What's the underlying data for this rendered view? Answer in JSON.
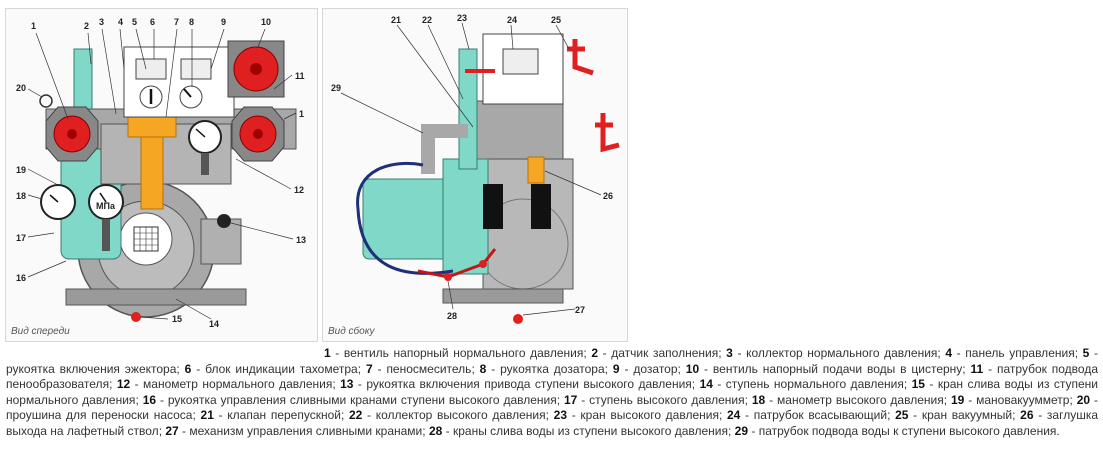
{
  "figures": {
    "front": {
      "caption": "Вид спереди",
      "callouts": [
        "1",
        "2",
        "3",
        "4",
        "5",
        "6",
        "7",
        "8",
        "9",
        "10",
        "11",
        "12",
        "13",
        "14",
        "15",
        "16",
        "17",
        "18",
        "19",
        "20",
        "1"
      ],
      "gauge_label": "МПа"
    },
    "side": {
      "caption": "Вид сбоку",
      "callouts": [
        "21",
        "22",
        "23",
        "24",
        "25",
        "26",
        "27",
        "28",
        "29"
      ]
    }
  },
  "legend": [
    {
      "num": "1",
      "text": "вентиль напорный нормального давления"
    },
    {
      "num": "2",
      "text": "датчик заполнения"
    },
    {
      "num": "3",
      "text": "коллектор нормального давления"
    },
    {
      "num": "4",
      "text": "панель управления"
    },
    {
      "num": "5",
      "text": "рукоятка включения эжектора"
    },
    {
      "num": "6",
      "text": "блок индикации тахометра"
    },
    {
      "num": "7",
      "text": "пеносмеситель"
    },
    {
      "num": "8",
      "text": "рукоятка дозатора"
    },
    {
      "num": "9",
      "text": "дозатор"
    },
    {
      "num": "10",
      "text": "вентиль напорный подачи воды в цистерну"
    },
    {
      "num": "11",
      "text": "патрубок подвода пенообразователя"
    },
    {
      "num": "12",
      "text": "манометр нормального давления"
    },
    {
      "num": "13",
      "text": "рукоятка включения привода ступени высокого давления"
    },
    {
      "num": "14",
      "text": "ступень нормального давления"
    },
    {
      "num": "15",
      "text": "кран слива воды из ступени нормального давления"
    },
    {
      "num": "16",
      "text": "рукоятка управления сливными кранами ступени высокого давления"
    },
    {
      "num": "17",
      "text": "ступень высокого давления"
    },
    {
      "num": "18",
      "text": "манометр высокого давления"
    },
    {
      "num": "19",
      "text": "мановакуумметр"
    },
    {
      "num": "20",
      "text": "проушина для переноски насоса"
    },
    {
      "num": "21",
      "text": "клапан перепускной"
    },
    {
      "num": "22",
      "text": "коллектор высокого давления"
    },
    {
      "num": "23",
      "text": "кран высокого давления"
    },
    {
      "num": "24",
      "text": "патрубок всасывающий"
    },
    {
      "num": "25",
      "text": "кран вакуумный"
    },
    {
      "num": "26",
      "text": "заглушка выхода на лафетный ствол"
    },
    {
      "num": "27",
      "text": "механизм управления сливными кранами"
    },
    {
      "num": "28",
      "text": "краны слива воды из ступени высокого давления"
    },
    {
      "num": "29",
      "text": "патрубок подвода воды к ступени высокого давления."
    }
  ],
  "colors": {
    "red": "#e02020",
    "cyan": "#7fd8c8",
    "orange": "#f5a623",
    "grey": "#a8a8a8",
    "navy": "#1f2f7a"
  }
}
